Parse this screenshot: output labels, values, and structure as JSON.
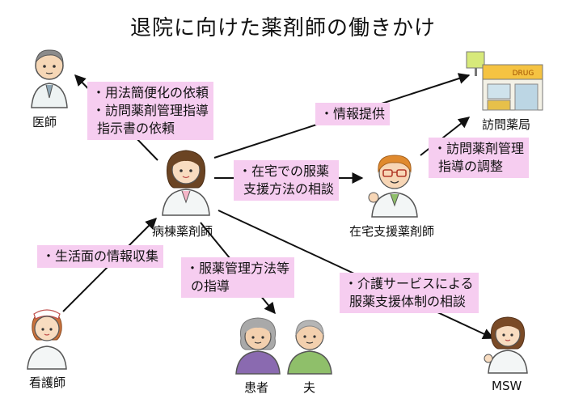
{
  "title": "退院に向けた薬剤師の働きかけ",
  "actors": {
    "doctor": "医師",
    "pharmacy": "訪問薬局",
    "ward_pharmacist": "病棟薬剤師",
    "home_pharmacist": "在宅支援薬剤師",
    "nurse": "看護師",
    "patient": "患者",
    "husband": "夫",
    "msw": "MSW"
  },
  "pharmacy_sign": "DRUG",
  "messages": {
    "to_doctor": [
      "・用法簡便化の依頼",
      "・訪問薬剤管理指導",
      "指示書の依頼"
    ],
    "to_pharmacy": [
      "・情報提供"
    ],
    "to_home_pharmacist": [
      "・在宅での服薬",
      "支援方法の相談"
    ],
    "home_to_pharmacy": [
      "・訪問薬剤管理",
      "指導の調整"
    ],
    "from_nurse": [
      "・生活面の情報収集"
    ],
    "to_patient": [
      "・服薬管理方法等",
      "の指導"
    ],
    "to_msw": [
      "・介護サービスによる",
      "服薬支援体制の相談"
    ]
  }
}
